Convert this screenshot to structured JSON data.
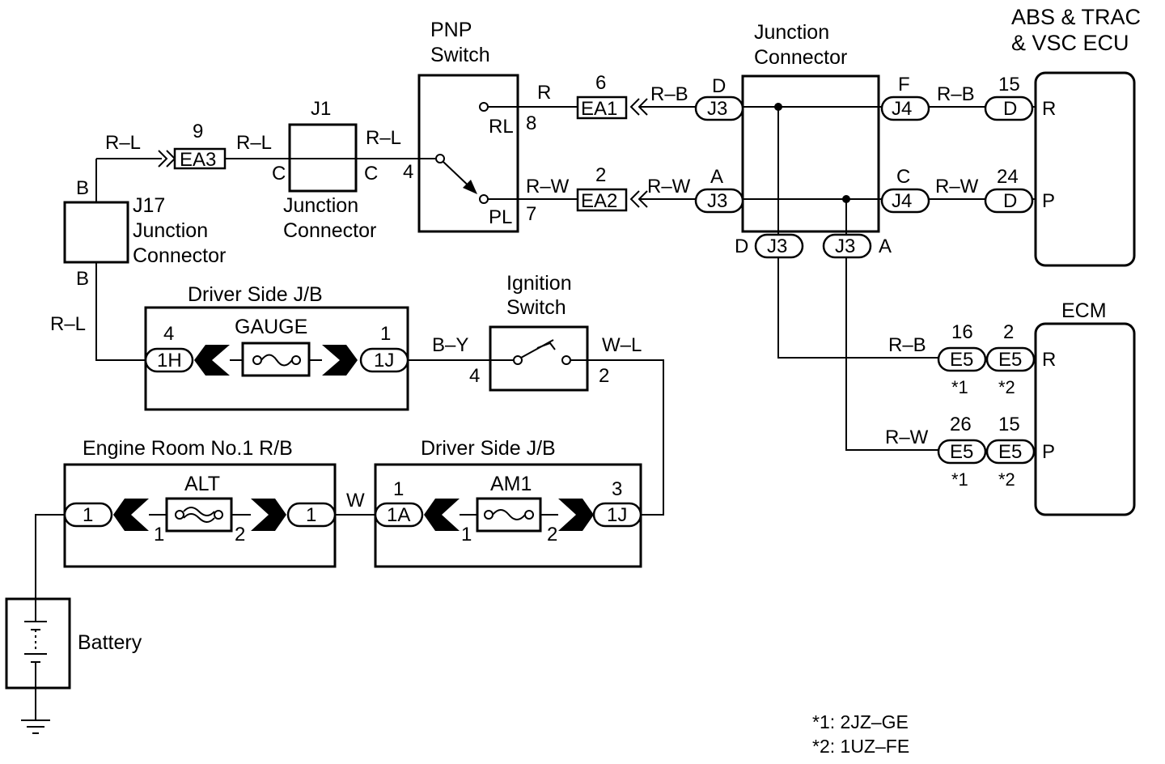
{
  "components": {
    "abs_ecu": [
      "ABS & TRAC",
      "& VSC ECU"
    ],
    "ecm": "ECM",
    "pnp_switch": [
      "PNP",
      "Switch"
    ],
    "junction_connector_top": [
      "Junction",
      "Connector"
    ],
    "junction_connector_mid": [
      "Junction",
      "Connector"
    ],
    "j1": "J1",
    "j17": [
      "J17",
      "Junction",
      "Connector"
    ],
    "driver_jb_top": "Driver Side J/B",
    "driver_jb_bottom": "Driver Side J/B",
    "engine_rb": "Engine Room No.1 R/B",
    "ignition_switch": [
      "Ignition",
      "Switch"
    ],
    "battery": "Battery",
    "fuse_gauge": "GAUGE",
    "fuse_alt": "ALT",
    "fuse_am1": "AM1"
  },
  "wires": {
    "r_l_top": "R–L",
    "r_l_j1a": "R–L",
    "r_l_j1b": "R–L",
    "r_l_left": "R–L",
    "r": "R",
    "r_b_ea1": "R–B",
    "r_w_pl": "R–W",
    "r_w_ea2": "R–W",
    "r_b_abs": "R–B",
    "r_w_abs": "R–W",
    "r_b_ecm": "R–B",
    "r_w_ecm": "R–W",
    "b_y": "B–Y",
    "w_l": "W–L",
    "w": "W"
  },
  "connectors": {
    "ea3": "EA3",
    "ea1": "EA1",
    "ea2": "EA2",
    "j3_d": "J3",
    "j3_a": "J3",
    "j3_bot_d": "J3",
    "j3_bot_a": "J3",
    "j4_f": "J4",
    "j4_c": "J4",
    "abs_d15": "D",
    "abs_d24": "D",
    "ecm_e5_16": "E5",
    "ecm_e5_2": "E5",
    "ecm_e5_26": "E5",
    "ecm_e5_15": "E5",
    "c_1h": "1H",
    "c_1j_top": "1J",
    "c_1a": "1A",
    "c_1j_bot": "1J",
    "rb_1_left": "1",
    "rb_1_right": "1"
  },
  "pins": {
    "ea3_num": "9",
    "ea1_num": "6",
    "ea2_num": "2",
    "j3_d_top": "D",
    "j3_a_top": "A",
    "j4_f_top": "F",
    "j4_c_top": "C",
    "abs_15": "15",
    "abs_24": "24",
    "abs_r": "R",
    "abs_p": "P",
    "pnp_rl": "RL",
    "pnp_pl": "PL",
    "pnp_8": "8",
    "pnp_7": "7",
    "pnp_4": "4",
    "j1_c_left": "C",
    "j1_c_right": "C",
    "j17_b_top": "B",
    "j17_b_bot": "B",
    "j3_bot_d_lbl": "D",
    "j3_bot_a_lbl": "A",
    "ecm_16": "16",
    "ecm_2": "2",
    "ecm_26": "26",
    "ecm_15": "15",
    "ecm_r": "R",
    "ecm_p": "P",
    "ecm_star1a": "*1",
    "ecm_star2a": "*2",
    "ecm_star1b": "*1",
    "ecm_star2b": "*2",
    "jb_4": "4",
    "jb_1": "1",
    "ign_4": "4",
    "ign_2": "2",
    "alt_1": "1",
    "alt_2": "2",
    "am1_top_1": "1",
    "am1_top_3": "3",
    "am1_1": "1",
    "am1_2": "2"
  },
  "notes": {
    "n1": "*1: 2JZ–GE",
    "n2": "*2: 1UZ–FE"
  }
}
